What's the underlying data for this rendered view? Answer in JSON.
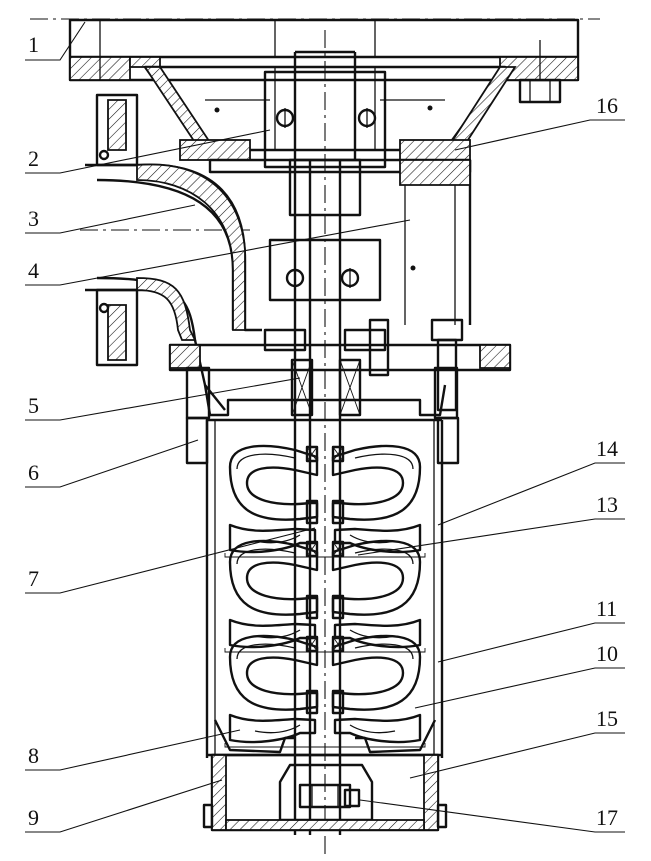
{
  "callouts": [
    {
      "id": "1",
      "label": "1"
    },
    {
      "id": "2",
      "label": "2"
    },
    {
      "id": "3",
      "label": "3"
    },
    {
      "id": "4",
      "label": "4"
    },
    {
      "id": "5",
      "label": "5"
    },
    {
      "id": "6",
      "label": "6"
    },
    {
      "id": "7",
      "label": "7"
    },
    {
      "id": "8",
      "label": "8"
    },
    {
      "id": "9",
      "label": "9"
    },
    {
      "id": "10",
      "label": "10"
    },
    {
      "id": "11",
      "label": "11"
    },
    {
      "id": "13",
      "label": "13"
    },
    {
      "id": "14",
      "label": "14"
    },
    {
      "id": "15",
      "label": "15"
    },
    {
      "id": "16",
      "label": "16"
    },
    {
      "id": "17",
      "label": "17"
    }
  ]
}
